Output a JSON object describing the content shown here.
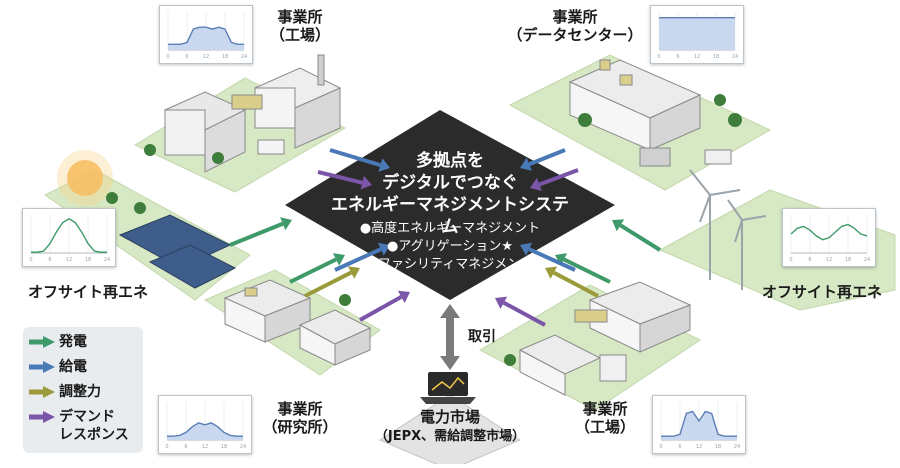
{
  "center": {
    "title_lines": [
      "多拠点を",
      "デジタルでつなぐ",
      "エネルギーマネジメントシステム"
    ],
    "items": [
      "●高度エネルギーマネジメント",
      "●アグリゲーション★",
      "●ファシリティマネジメント"
    ]
  },
  "sites": {
    "top_left": [
      "事業所",
      "（工場）"
    ],
    "top_right": [
      "事業所",
      "（データセンター）"
    ],
    "bottom_left": [
      "事業所",
      "（研究所）"
    ],
    "bottom_right": [
      "事業所",
      "（工場）"
    ],
    "offsite_left": "オフサイト再エネ",
    "offsite_right": "オフサイト再エネ"
  },
  "market": {
    "trade_label": "取引",
    "title": "電力市場",
    "subtitle": "（JEPX、需給調整市場）"
  },
  "legend": [
    {
      "label": "発電",
      "color": "#3f9a6a"
    },
    {
      "label": "給電",
      "color": "#4a79b8"
    },
    {
      "label": "調整力",
      "color": "#9a9a3a"
    },
    {
      "label": "デマンド\nレスポンス",
      "color": "#7a55a8"
    }
  ],
  "mini_charts": {
    "top_left": [
      0.15,
      0.15,
      0.15,
      0.2,
      0.55,
      0.6,
      0.6,
      0.55,
      0.6,
      0.55,
      0.2,
      0.15,
      0.15
    ],
    "top_right": [
      0.85,
      0.85,
      0.85,
      0.85,
      0.85,
      0.85,
      0.85,
      0.85,
      0.85,
      0.85,
      0.85,
      0.85,
      0.85
    ],
    "offsite_left": [
      0.02,
      0.02,
      0.05,
      0.25,
      0.55,
      0.8,
      0.9,
      0.8,
      0.55,
      0.25,
      0.05,
      0.02,
      0.02
    ],
    "offsite_right": [
      0.5,
      0.65,
      0.7,
      0.6,
      0.45,
      0.35,
      0.4,
      0.55,
      0.7,
      0.75,
      0.65,
      0.5,
      0.45
    ],
    "bottom_left": [
      0.1,
      0.1,
      0.12,
      0.2,
      0.35,
      0.45,
      0.4,
      0.45,
      0.35,
      0.2,
      0.12,
      0.1,
      0.1
    ],
    "bottom_right": [
      0.1,
      0.1,
      0.1,
      0.15,
      0.7,
      0.75,
      0.5,
      0.75,
      0.7,
      0.15,
      0.1,
      0.1,
      0.1
    ]
  },
  "axis_ticks": [
    "0",
    "6",
    "12",
    "18",
    "24"
  ]
}
